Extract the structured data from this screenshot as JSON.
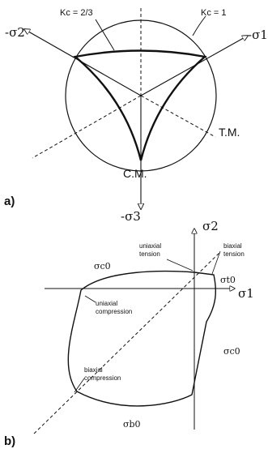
{
  "panel_a": {
    "label": "a)",
    "curve_kc_inner": "Kc = 2/3",
    "curve_kc_outer": "Kc = 1",
    "axis_sigma2": "-σ2",
    "axis_sigma1": "-σ1",
    "axis_sigma3": "-σ3",
    "tm": "T.M.",
    "cm": "C.M."
  },
  "panel_b": {
    "label": "b)",
    "axis_sigma2": "σ2",
    "axis_sigma1": "σ1",
    "sigma_c0_top": "σc0",
    "sigma_c0_right": "σc0",
    "sigma_t0": "σt0",
    "sigma_b0": "σb0",
    "uniaxial_tension_1": "uniaxial",
    "uniaxial_tension_2": "tension",
    "biaxial_tension_1": "biaxial",
    "biaxial_tension_2": "tension",
    "uniaxial_compression_1": "uniaxial",
    "uniaxial_compression_2": "compression",
    "biaxial_compression_1": "biaxial",
    "biaxial_compression_2": "compression"
  }
}
